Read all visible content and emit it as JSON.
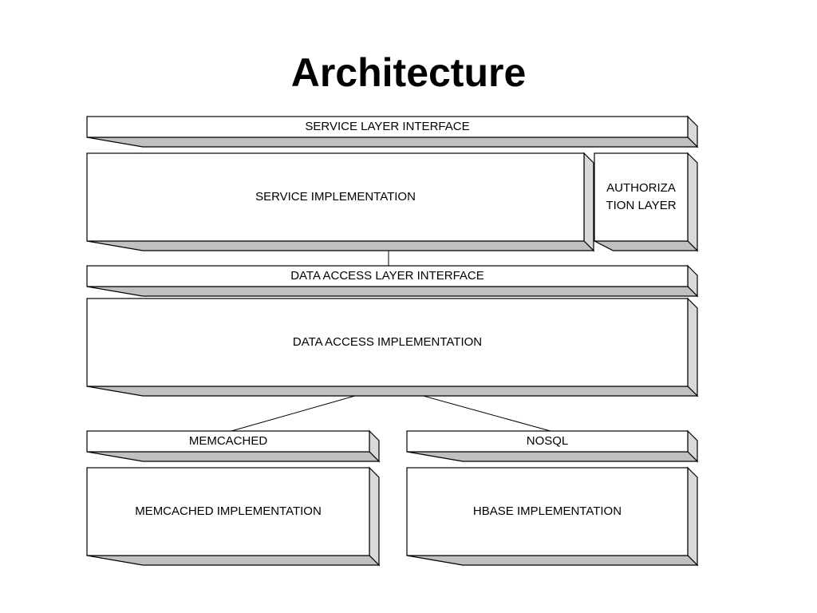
{
  "title": "Architecture",
  "blocks": {
    "service_layer_interface": {
      "lines": [
        "SERVICE LAYER INTERFACE"
      ]
    },
    "service_implementation": {
      "lines": [
        "SERVICE IMPLEMENTATION"
      ]
    },
    "authorization_layer": {
      "lines": [
        "AUTHORIZA",
        "TION LAYER"
      ]
    },
    "data_access_layer_interface": {
      "lines": [
        "DATA ACCESS LAYER INTERFACE"
      ]
    },
    "data_access_implementation": {
      "lines": [
        "DATA ACCESS IMPLEMENTATION"
      ]
    },
    "memcached": {
      "lines": [
        "MEMCACHED"
      ]
    },
    "nosql": {
      "lines": [
        "NOSQL"
      ]
    },
    "memcached_implementation": {
      "lines": [
        "MEMCACHED IMPLEMENTATION"
      ]
    },
    "hbase_implementation": {
      "lines": [
        "HBASE IMPLEMENTATION"
      ]
    }
  },
  "colors": {
    "face": "#ffffff",
    "shadow_bottom": "#c0c0c0",
    "shadow_side": "#d9d9d9",
    "stroke": "#000000"
  }
}
